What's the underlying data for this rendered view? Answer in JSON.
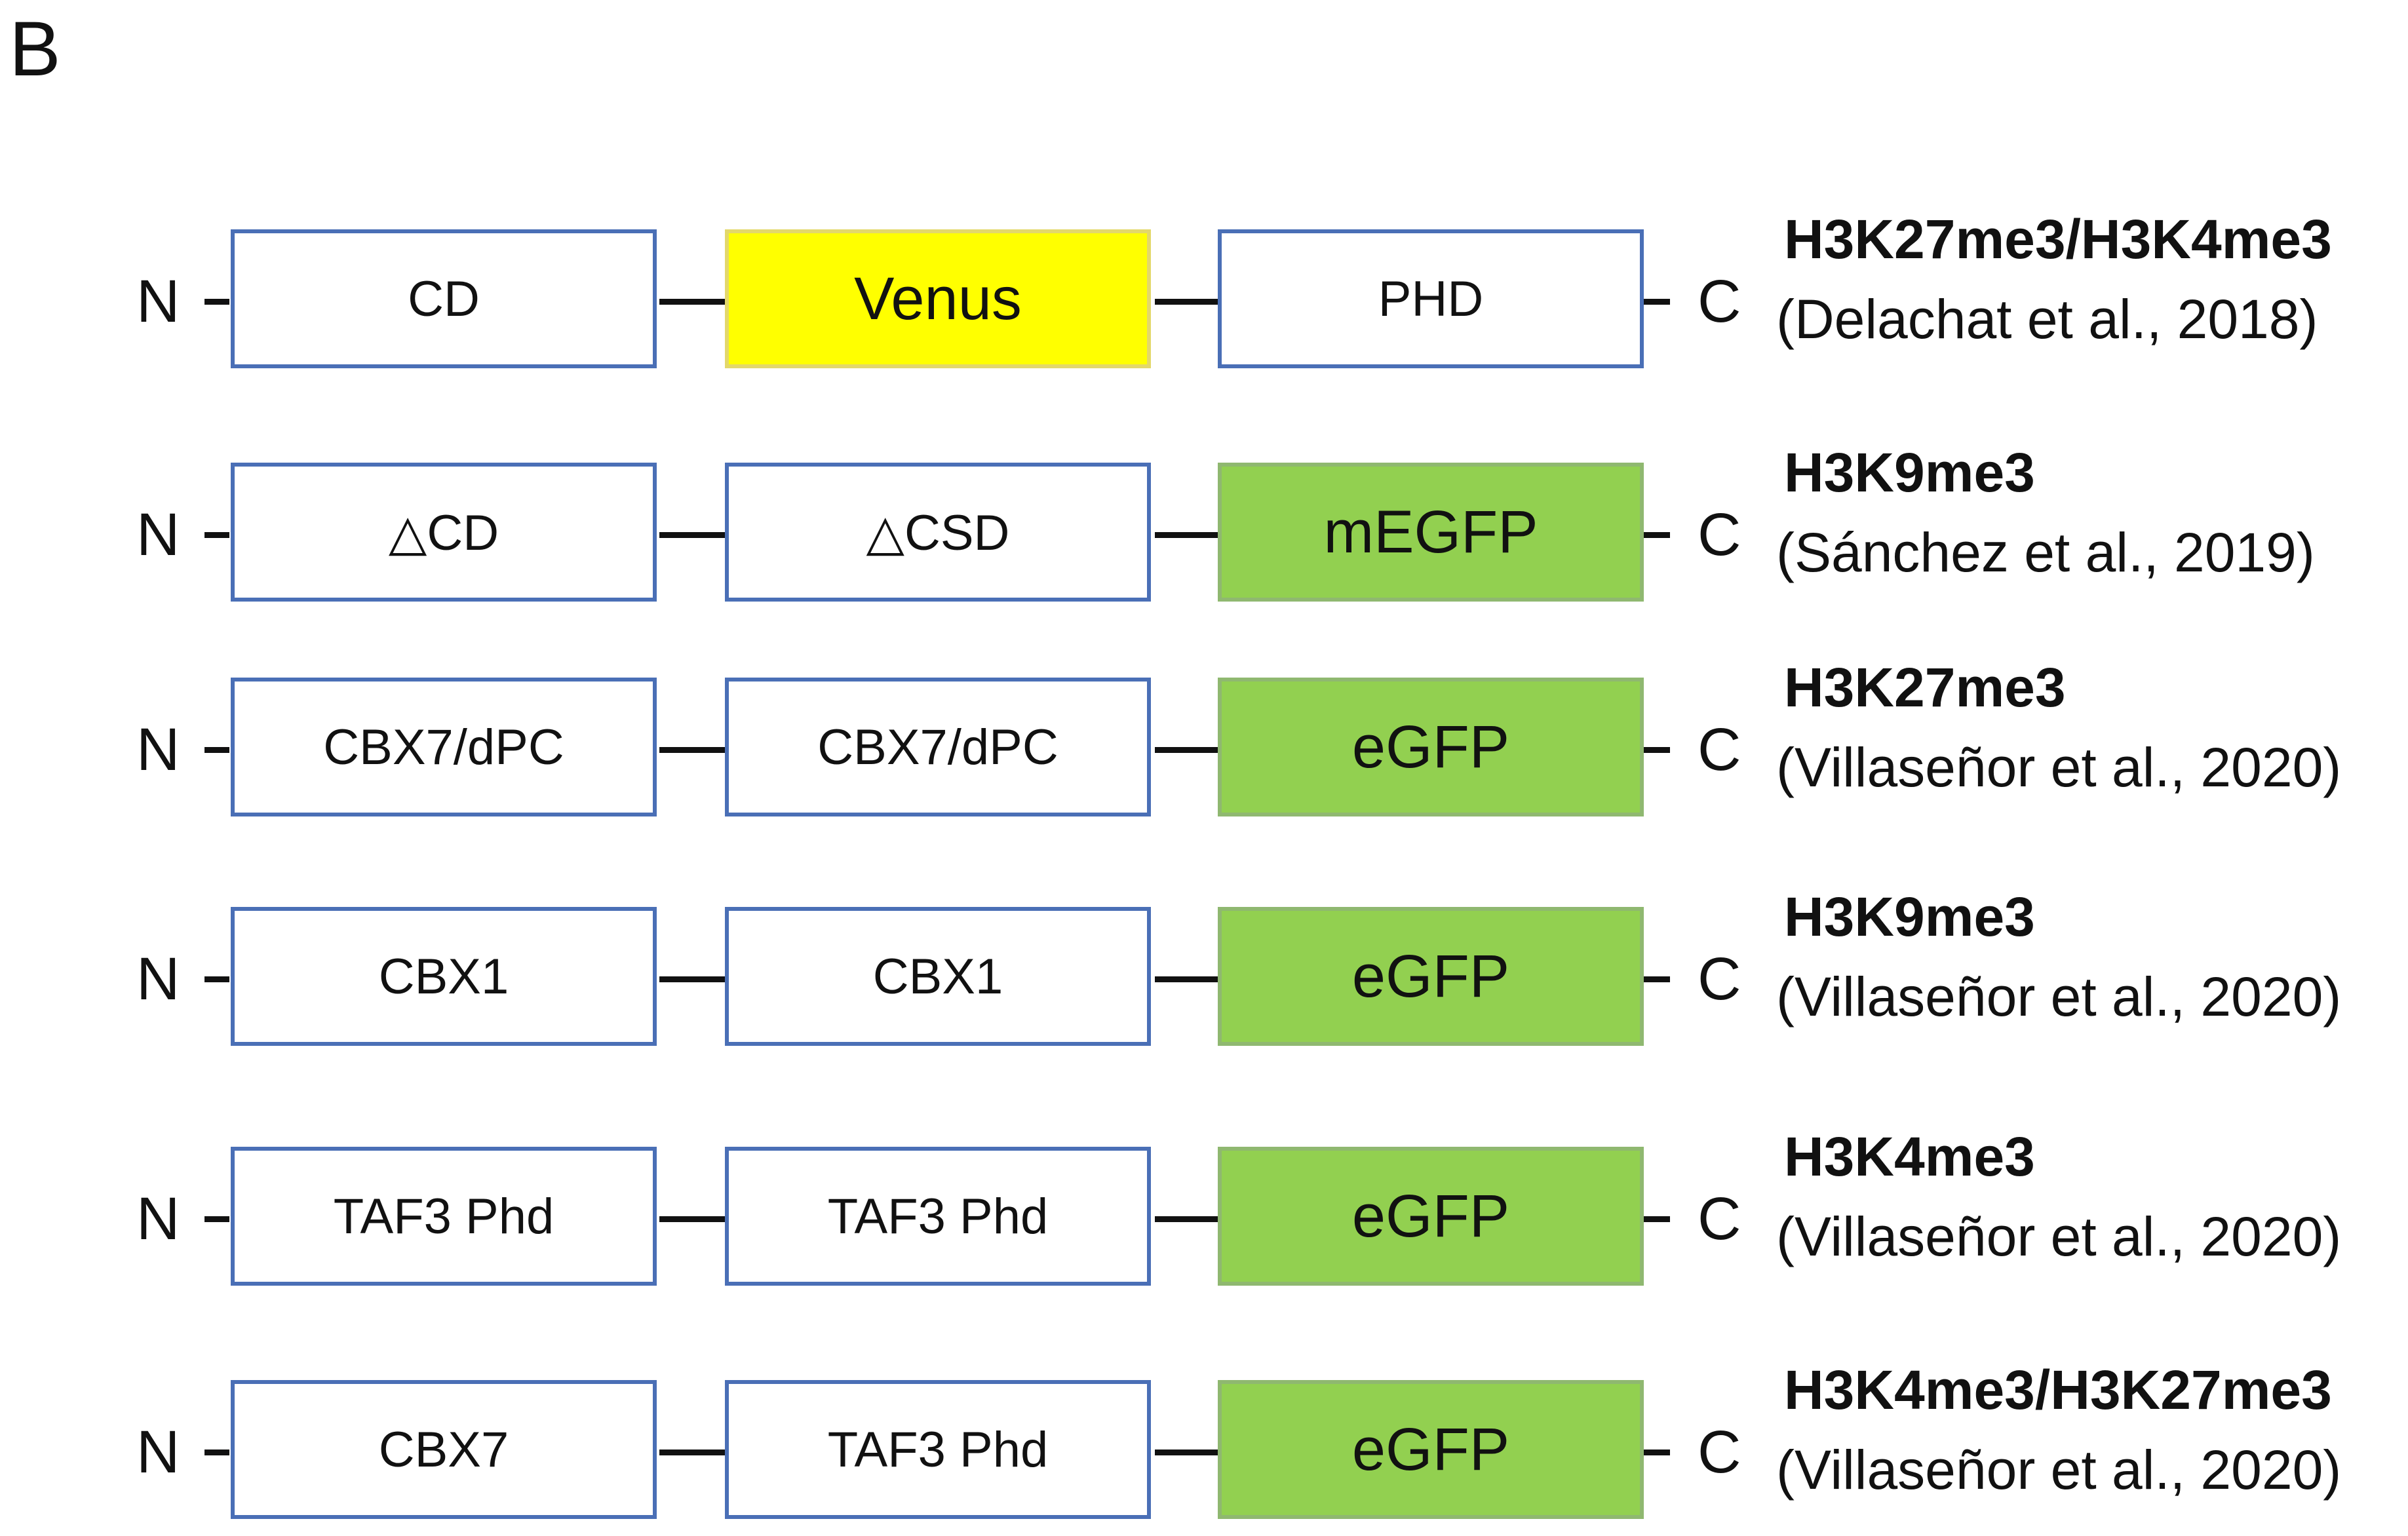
{
  "panel_label": "B",
  "colors": {
    "box_border": "#4a6fb6",
    "green_fill": "#92d050",
    "yellow_fill": "#ffff00",
    "line": "#111111"
  },
  "constructs": [
    {
      "n_terminus": "N",
      "c_terminus": "C",
      "domains": [
        {
          "label": "CD",
          "fill": "none"
        },
        {
          "label": "Venus",
          "fill": "yellow"
        },
        {
          "label": "PHD",
          "fill": "none"
        }
      ],
      "mark": "H3K27me3/H3K4me3",
      "reference": "(Delachat et al., 2018)"
    },
    {
      "n_terminus": "N",
      "c_terminus": "C",
      "domains": [
        {
          "label": "△CD",
          "fill": "none"
        },
        {
          "label": "△CSD",
          "fill": "none"
        },
        {
          "label": "mEGFP",
          "fill": "green"
        }
      ],
      "mark": "H3K9me3",
      "reference": "(Sánchez et al., 2019)"
    },
    {
      "n_terminus": "N",
      "c_terminus": "C",
      "domains": [
        {
          "label": "CBX7/dPC",
          "fill": "none"
        },
        {
          "label": "CBX7/dPC",
          "fill": "none"
        },
        {
          "label": "eGFP",
          "fill": "green"
        }
      ],
      "mark": "H3K27me3",
      "reference": "(Villaseñor et al., 2020)"
    },
    {
      "n_terminus": "N",
      "c_terminus": "C",
      "domains": [
        {
          "label": "CBX1",
          "fill": "none"
        },
        {
          "label": "CBX1",
          "fill": "none"
        },
        {
          "label": "eGFP",
          "fill": "green"
        }
      ],
      "mark": "H3K9me3",
      "reference": "(Villaseñor et al., 2020)"
    },
    {
      "n_terminus": "N",
      "c_terminus": "C",
      "domains": [
        {
          "label": "TAF3 Phd",
          "fill": "none"
        },
        {
          "label": "TAF3 Phd",
          "fill": "none"
        },
        {
          "label": "eGFP",
          "fill": "green"
        }
      ],
      "mark": "H3K4me3",
      "reference": "(Villaseñor et al., 2020)"
    },
    {
      "n_terminus": "N",
      "c_terminus": "C",
      "domains": [
        {
          "label": "CBX7",
          "fill": "none"
        },
        {
          "label": "TAF3 Phd",
          "fill": "none"
        },
        {
          "label": "eGFP",
          "fill": "green"
        }
      ],
      "mark": "H3K4me3/H3K27me3",
      "reference": "(Villaseñor et al., 2020)"
    }
  ]
}
